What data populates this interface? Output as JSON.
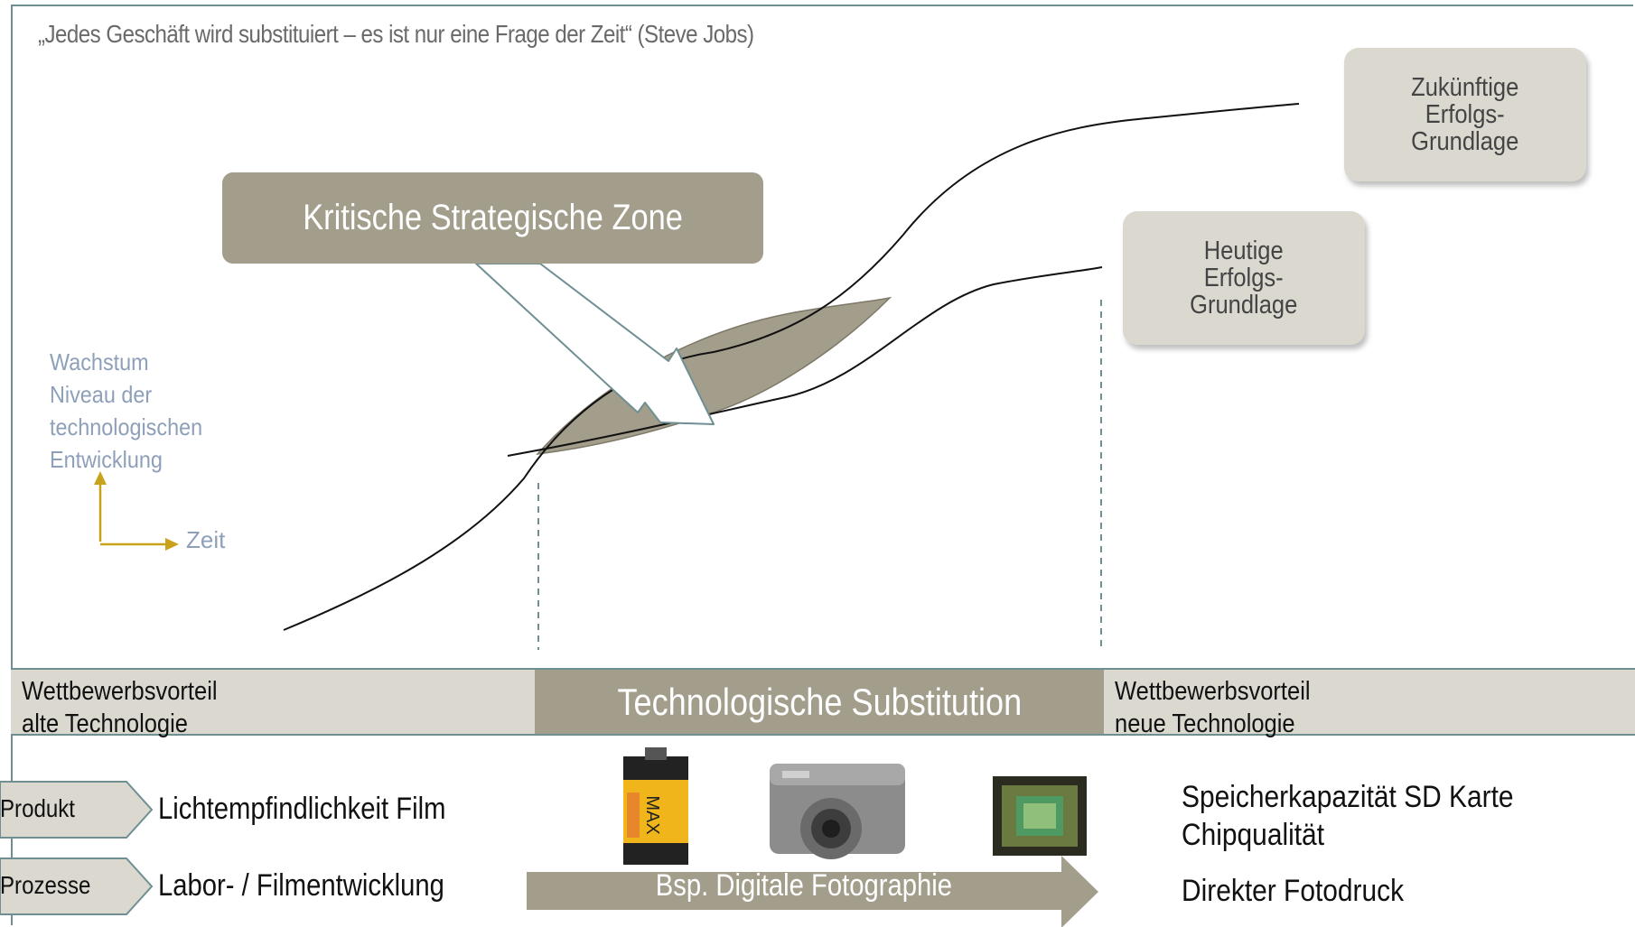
{
  "quote": "„Jedes Geschäft wird substituiert – es ist nur eine Frage der Zeit“ (Steve Jobs)",
  "zone_label": "Kritische Strategische Zone",
  "tags": {
    "future": "Zukünftige\nErfolgs-\nGrundlage",
    "today": "Heutige\nErfolgs-\nGrundlage"
  },
  "axis": {
    "y_label": "Wachstum\nNiveau der\ntechnologischen\nEntwicklung",
    "x_label": "Zeit"
  },
  "band": {
    "left": "Wettbewerbsvorteil\nalte Technologie",
    "middle": "Technologische Substitution",
    "right": "Wettbewerbsvorteil\nneue Technologie"
  },
  "rows": {
    "product_tab": "Produkt",
    "process_tab": "Prozesse",
    "product_old": "Lichtempfindlichkeit Film",
    "process_old": "Labor- / Filmentwicklung",
    "product_new": "Speicherkapazität SD Karte\nChipqualität",
    "process_new": "Direkter Fotodruck"
  },
  "example_label": "Bsp. Digitale Fotographie",
  "images": [
    "film-roll-icon",
    "digital-camera-icon",
    "image-sensor-chip-icon"
  ],
  "colors": {
    "taupe": "#a39d8b",
    "light": "#dbd8d0",
    "teal_border": "#6f8f93",
    "axis_gold": "#c9a21b",
    "axis_text": "#8ea0b9"
  }
}
